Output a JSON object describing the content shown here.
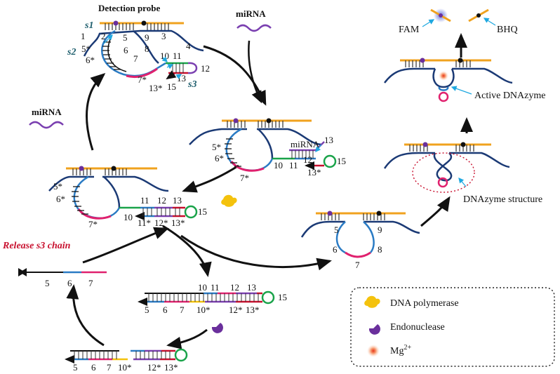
{
  "title": "Detection probe",
  "mirna_label": "miRNA",
  "mirna_label_small": "miRNA",
  "release_label": "Release s3 chain",
  "strands": {
    "s1": "s1",
    "s2": "s2",
    "s3": "s3"
  },
  "probe_numbers": [
    "1",
    "2",
    "5*",
    "6*",
    "5",
    "6",
    "7",
    "9",
    "3",
    "8",
    "4",
    "10",
    "11",
    "12",
    "7*",
    "13*",
    "13",
    "15"
  ],
  "mid_numbers": [
    "5*",
    "6*",
    "7*",
    "10",
    "11",
    "12",
    "13",
    "13*",
    "15"
  ],
  "left_numbers": [
    "5*",
    "6*",
    "7*",
    "10",
    "11",
    "12",
    "13",
    "11*",
    "12*",
    "13*",
    "15"
  ],
  "released": [
    "5",
    "6",
    "7"
  ],
  "hairpin": [
    "5",
    "9",
    "6",
    "8",
    "7"
  ],
  "ext1": {
    "top": [
      "10",
      "11",
      "12",
      "13"
    ],
    "bottom": [
      "5",
      "6",
      "7",
      "10*",
      "12*",
      "13*"
    ],
    "end": "15"
  },
  "ext2": {
    "bottom": [
      "5",
      "6",
      "7",
      "10*",
      "12*",
      "13*"
    ]
  },
  "right_labels": {
    "fam": "FAM",
    "bhq": "BHQ",
    "active": "Active DNAzyme",
    "structure": "DNAzyme structure"
  },
  "legend": [
    {
      "label": "DNA polymerase",
      "icon": "polymerase-icon",
      "color": "#f4c20d"
    },
    {
      "label": "Endonuclease",
      "icon": "endonuclease-icon",
      "color": "#6a2f9c"
    },
    {
      "label": "Mg",
      "sup": "2+",
      "icon": "mg-ion-icon",
      "color": "#f25c2a"
    }
  ],
  "colors": {
    "orange": "#f0a21e",
    "navy": "#1b3a75",
    "blue": "#2a7bc4",
    "magenta": "#e0216e",
    "purple": "#7a3fb0",
    "green": "#1aa34a",
    "yellow": "#f4c20d",
    "red": "#c8102e",
    "cyan": "#1fa8e0"
  }
}
